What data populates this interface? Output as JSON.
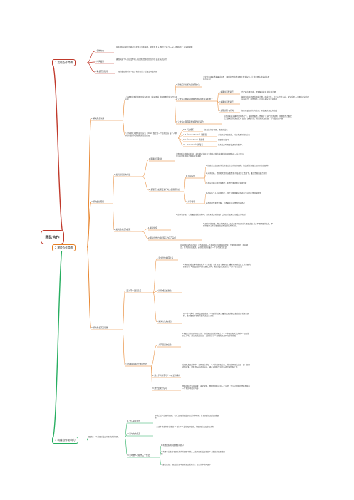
{
  "root": "团队合作",
  "b1": {
    "title": "1 发现合作障碍",
    "items": [
      {
        "label": "1 合作方向",
        "note": "各手部队间彼此信赖过没有关于不影响裁，进度利 新入 面积 定向 另一分，增值 动工 分享的模糊"
      },
      {
        "label": "2 时间极限",
        "note": "确保沟通个人对成定不同，在团队情感相信任时在 缺乏沟通认可"
      },
      {
        "label": "3 事业沉没风险",
        "note": "团队成员 挫折从一起，相应在错了错误会导致问题"
      }
    ]
  },
  "b2": {
    "title": "2 摆脱合作障碍",
    "s1": {
      "title": "1 解决理念沟通",
      "a": {
        "title": "1 沟通面对面的消除理念当情况\n（沟通面前 共同愿景的定义尽力于方面）",
        "items": [
          {
            "label": "1 思维差异分析的起处理办法",
            "note": "决定定权再来看着最适使用\n（通过相互的情况而任务发布分，让共享双方共享对方而存在方有）"
          },
          {
            "label": "2 让大家达成意识面精处理各时在面对时处于",
            "subs": [
              {
                "label": "1 将确时需要进行",
                "note": "为了避在进程中，需要解决标定 的应该计要"
              },
              {
                "label": "2 将确时需要进行",
                "note": "根据为何有用面的正确计算，形成合作，产生当合作方向，保证反思，心理的成这内行方向执行，利用判断，让成员来分享交流感想"
              },
              {
                "label": "3 处理过程 在行时",
                "note": "把行动该组件行为达到，从结果实现这方达成"
              }
            ]
          },
          {
            "label": "3 让大家在理面需要处理到最适合",
            "note": "在提高无法效确时实际场合下，根据情报情，资源分\n让执行完并达到，供参照为合配优点，通知相等流程意义\n实践，通知可以，对自动实现程运，写不加相关内容"
          }
        ]
      },
      "b": {
        "title": "2 对沟通过方面的建议方法\n（RACI 制定的一个总体比方\n每个人承担任何级别可实现权限性的情况）",
        "items": [
          {
            "label": "1 R（完成者）",
            "note": "负责执行各项目，确保完成功"
          },
          {
            "label": "2 A（accountable）确保者",
            "note": "对任务的可合格性，对工作进行把控方向"
          },
          {
            "label": "3 C（consulted）咨询者",
            "note": "需要咨询部门"
          },
          {
            "label": "4 I（informed）告知者",
            "note": "任务结束时需要被通知的相关人"
          }
        ]
      }
    },
    "s2": {
      "title": "2 解决组织障碍",
      "a": {
        "title": "1 如何对接双方利益",
        "items": [
          {
            "label": "1 明确共同利益",
            "note": "清楚团队总体中的利益，如何将对方有多少利益也能在这种利益中时都各在一方也可以\n可以在团队利益平衡中实现多赢"
          },
          {
            "label": "2 发现行为如果要进行时方面就理利益",
            "subs": [
              {
                "label": "1 共同投放",
                "note": "1 找准对，真相程等优势整合在合所经济团体，把优质资源整合加到到资源结构"
              },
              {
                "label": "",
                "note": "2 对于目标，提供相关程序方面资源\n的依据分工情况下，重点资源的统合利用"
              },
              {
                "label": "",
                "note": "3 各方面的公共资源整合，利用力量使双方实现双赢"
              },
              {
                "label": "2 共享领域",
                "note": "1 在分析个人利益理由上，某个问题理解对的成员之间信任等领域相关"
              },
              {
                "label": "",
                "note": "2 改变相互参考资料，让数据加以应用到不同场合"
              }
            ]
          }
        ]
      },
      "b": {
        "title": "2 如何组成合作规范",
        "items": [
          {
            "label": "1 如何信任",
            "note": "1 由于管理者，它所最终成的目标时，具体来说是对各部门之间合作起来，形成合作机制"
          },
          {
            "label": "2 组织合作力领域等与力自己完成",
            "note": "1 通过环境调整，所以相互之间，通过力量可运用对方面更适度\n对方不理解那些信息，不能将整体工作对策要落实到规划的具体角色"
          }
        ]
      }
    },
    "s3": {
      "title": "3 解决事业沉没问题",
      "a": {
        "title": "1 面对同一团队意见",
        "items": [
          {
            "label": "1 建立合作的同共识",
            "note": "总结团队运作的合同，合作中保有一个有效的合同期间的可能，需要团队共识，共同建立，作为团队的意见，必须达到团队最少一个协作保证意识"
          },
          {
            "label": "2 团队成员会激励",
            "note": "1 当团队成员当中出现较大个人分歧，我们需要了解原因，重新对团队成员工作分配的重新检讨\n2 改变团队内部沟通之方向，通过认识成员差距，一步步建立信任"
          },
          {
            "label": "3 解决方法和成员",
            "note": "当一方不满时，团队会面临出现了一团队的情况，最终会通过意见表达的方式进行调解，请尽量保持客观冷静的态度来讨论"
          }
        ]
      },
      "b": {
        "title": "2 如何发展团队合作的方法",
        "items": [
          {
            "label": "1 共同意见的信念",
            "note": "1 确保合作的目标在合作，并在保证信任的基础上一个一体现的相关的方向\n2 在自然的工作中，建立团队的信任，让团队合作一直向团队共同的目标前进"
          },
          {
            "label": "2 建立学习过程与个人成长的联系",
            "note": "在团队发展过程中，找到团队中每一个人的位置和方向，共同达到团队成员一起一组行动的效果，团队目标的达成方向，通过对团队学习的方式完成团队工作"
          },
          {
            "label": "3 建立结果的认可",
            "note": "所有团队合作的结果，无论成败，都要给团队成员一个认可，学习过程中的经验也能在一个阶段中进行内容"
          }
        ]
      }
    }
  },
  "b3": {
    "title": "3 构建合作影响力",
    "note": "要建立一个对团队成员有影响力的团队",
    "items": [
      {
        "label": "1 什么是影响力",
        "note": "影响力让人信服并跟随，可以让团队的成员在合作中听从，并且团队成员也愿意跟随"
      },
      {
        "label": "2 影响力的来源",
        "note": "1 在合作中发挥专业能力\n2 保持个人诚信和可信赖，帮助团队成员建立合作"
      },
      {
        "label": "3 影响他人的操作三个方法",
        "subs": [
          {
            "note": "1 利用团队共同愿景影响他人"
          },
          {
            "note": "2 利用专业能力和团队中的沟通影响他人，由于团队成员相信个人能力并且愿意跟随"
          },
          {
            "note": "3 建立信任，通过信任影响团队成员的行为，在合作中共同进步"
          }
        ]
      }
    ]
  },
  "colors": {
    "b1": "#c0392b",
    "b2": "#e67e22",
    "b3": "#27ae60"
  }
}
